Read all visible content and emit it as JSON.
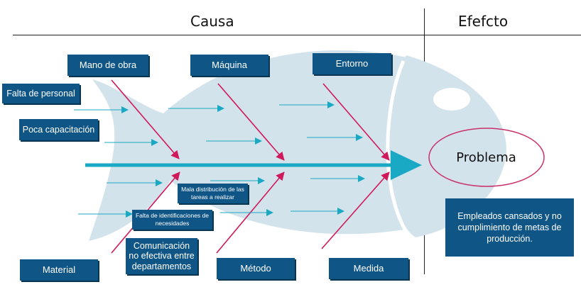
{
  "headers": {
    "cause": "Causa",
    "effect": "Efefcto"
  },
  "categories": {
    "mano_de_obra": "Mano de obra",
    "maquina": "Máquina",
    "entorno": "Entorno",
    "material": "Material",
    "metodo": "Método",
    "medida": "Medida"
  },
  "causes": {
    "falta_personal": "Falta de personal",
    "poca_capacitacion": "Poca capacitación",
    "mala_distribucion": "Mala distribución de las tareas a realizar",
    "falta_identificaciones": "Falta de identificaciones de necesidades",
    "comunicacion": "Comunicación no efectiva entre departamentos"
  },
  "problem": "Problema",
  "effect_description": "Empleados cansados y no cumplimiento de metas de producción.",
  "colors": {
    "box_fill": "#0f5585",
    "fish_body": "#d3e3ec",
    "spine": "#1aa9c5",
    "bone": "#d0195a",
    "ellipse": "#c9306a"
  }
}
